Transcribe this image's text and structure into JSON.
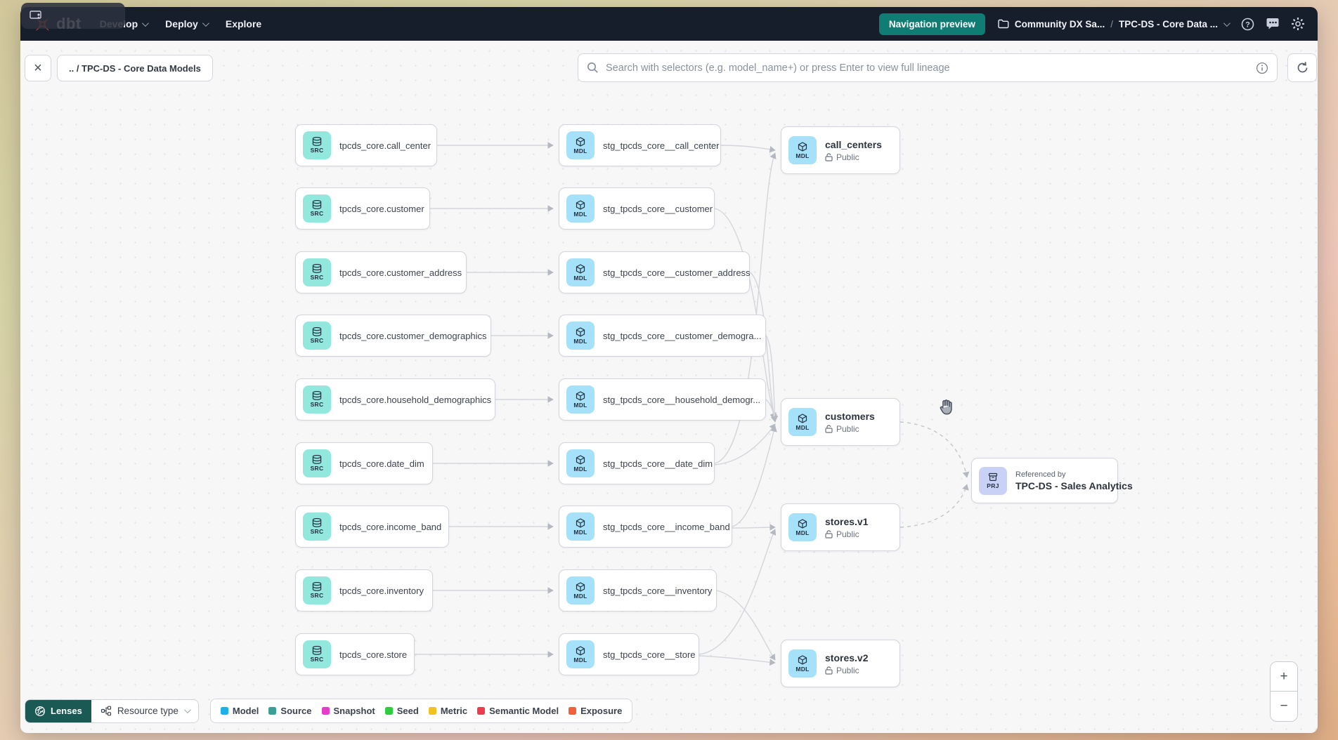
{
  "nav": {
    "brand": "dbt",
    "items": [
      {
        "label": "Develop"
      },
      {
        "label": "Deploy"
      },
      {
        "label": "Explore"
      }
    ],
    "preview_button": "Navigation preview",
    "breadcrumb": {
      "project": "Community DX Sa...",
      "separator": "/",
      "page": "TPC-DS - Core Data ..."
    }
  },
  "toolbar": {
    "close": "×",
    "breadcrumb": ".. / TPC-DS - Core Data Models",
    "search_placeholder": "Search with selectors (e.g. model_name+) or press Enter to view full lineage"
  },
  "graph": {
    "sources": [
      {
        "badge": "SRC",
        "label": "tpcds_core.call_center"
      },
      {
        "badge": "SRC",
        "label": "tpcds_core.customer"
      },
      {
        "badge": "SRC",
        "label": "tpcds_core.customer_address"
      },
      {
        "badge": "SRC",
        "label": "tpcds_core.customer_demographics"
      },
      {
        "badge": "SRC",
        "label": "tpcds_core.household_demographics"
      },
      {
        "badge": "SRC",
        "label": "tpcds_core.date_dim"
      },
      {
        "badge": "SRC",
        "label": "tpcds_core.income_band"
      },
      {
        "badge": "SRC",
        "label": "tpcds_core.inventory"
      },
      {
        "badge": "SRC",
        "label": "tpcds_core.store"
      }
    ],
    "staging": [
      {
        "badge": "MDL",
        "label": "stg_tpcds_core__call_center"
      },
      {
        "badge": "MDL",
        "label": "stg_tpcds_core__customer"
      },
      {
        "badge": "MDL",
        "label": "stg_tpcds_core__customer_address"
      },
      {
        "badge": "MDL",
        "label": "stg_tpcds_core__customer_demogra..."
      },
      {
        "badge": "MDL",
        "label": "stg_tpcds_core__household_demogr..."
      },
      {
        "badge": "MDL",
        "label": "stg_tpcds_core__date_dim"
      },
      {
        "badge": "MDL",
        "label": "stg_tpcds_core__income_band"
      },
      {
        "badge": "MDL",
        "label": "stg_tpcds_core__inventory"
      },
      {
        "badge": "MDL",
        "label": "stg_tpcds_core__store"
      }
    ],
    "public_models": [
      {
        "badge": "MDL",
        "label": "call_centers",
        "access": "Public"
      },
      {
        "badge": "MDL",
        "label": "customers",
        "access": "Public"
      },
      {
        "badge": "MDL",
        "label": "stores.v1",
        "access": "Public"
      },
      {
        "badge": "MDL",
        "label": "stores.v2",
        "access": "Public"
      }
    ],
    "referenced": {
      "badge": "PRJ",
      "title": "Referenced by",
      "name": "TPC-DS - Sales Analytics"
    }
  },
  "legend": {
    "lenses_label": "Lenses",
    "resource_type_label": "Resource type",
    "items": [
      {
        "label": "Model",
        "color": "#1fb0ea"
      },
      {
        "label": "Source",
        "color": "#3d9e98"
      },
      {
        "label": "Snapshot",
        "color": "#e53dc8"
      },
      {
        "label": "Seed",
        "color": "#2ecc3e"
      },
      {
        "label": "Metric",
        "color": "#f2c220"
      },
      {
        "label": "Semantic Model",
        "color": "#ee3b4e"
      },
      {
        "label": "Exposure",
        "color": "#f0603d"
      }
    ]
  },
  "zoom_controls": {
    "zoom_in": "+",
    "zoom_out": "−"
  }
}
